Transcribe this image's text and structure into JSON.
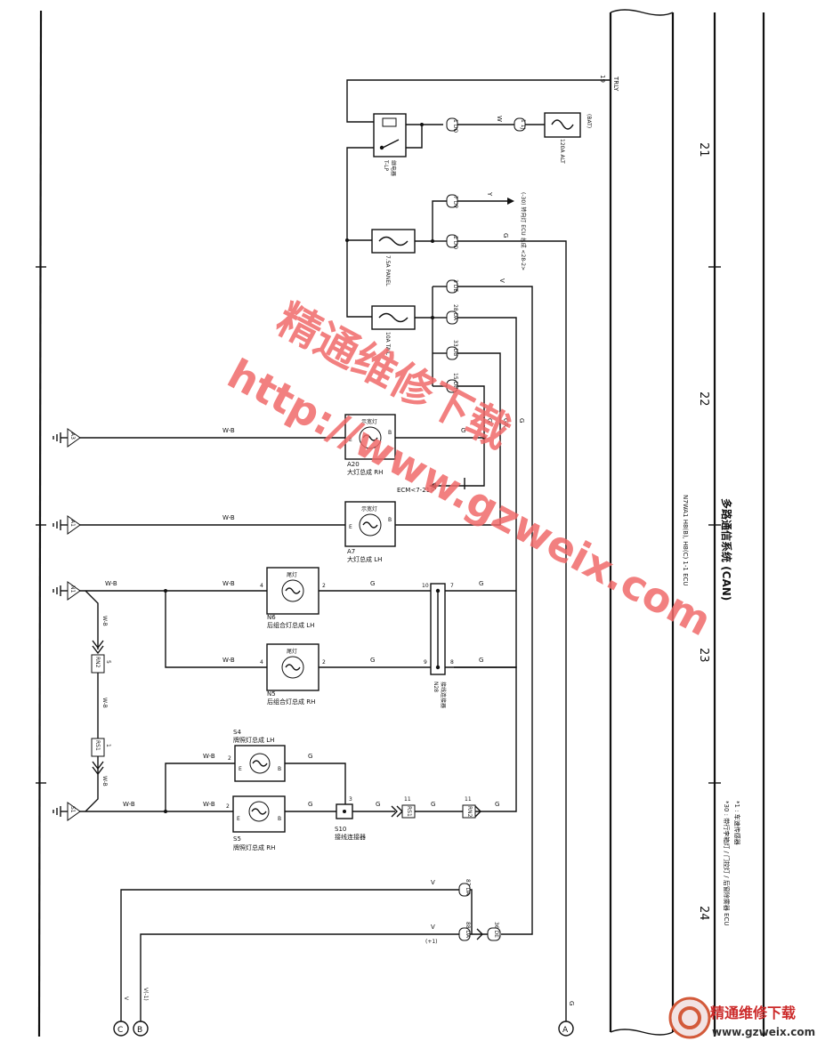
{
  "diagram": {
    "title": "多路通信系统 (CAN)",
    "page_refs": [
      "21",
      "22",
      "23",
      "24"
    ],
    "side_note": "N7WA1 H8(B), H8(C) 1-1 ECU",
    "footnotes": [
      "*1 : 车速传感器",
      "*30 : 带行李箱灯 / 门控灯 / 后窗除雾器 ECU"
    ],
    "relay": {
      "id": "19",
      "wire": "TRLY",
      "name": "T-LP",
      "type": "继电器"
    },
    "fuses": {
      "alt": "120A ALT",
      "alt_src": "(BAT)",
      "panel": "7.5A PANEL",
      "tail": "10A TAIL"
    },
    "connectors": {
      "c1": "1 DO",
      "c2": "1 1J",
      "c3": "7 DP",
      "c4": "2 DO",
      "c5": "3 DE",
      "c6": "28 DA",
      "c7": "33 DB",
      "c8": "15 DB",
      "c9": "87 DA",
      "c10": "88 DA",
      "c11": "36 DE"
    },
    "wire_colors": {
      "w": "W",
      "v": "V",
      "g": "G",
      "gr": "GR",
      "wb": "W-B",
      "y": "Y"
    },
    "ecu_ref": "(-30) 转向灯 ECU 总成 <28-2>",
    "ecm_ref": "ECM<7-21>",
    "lamps": {
      "a20": {
        "id": "A20",
        "name": "大灯总成 RH",
        "label": "示宽灯",
        "pins": [
          "E",
          "B"
        ]
      },
      "a7": {
        "id": "A7",
        "name": "大灯总成 LH",
        "label": "示宽灯",
        "pins": [
          "E",
          "B"
        ]
      },
      "n6": {
        "id": "N6",
        "name": "后组合灯总成 LH",
        "label": "尾灯",
        "pins": [
          "4",
          "2"
        ]
      },
      "n5": {
        "id": "N5",
        "name": "后组合灯总成 RH",
        "label": "尾灯",
        "pins": [
          "4",
          "2"
        ]
      },
      "s4": {
        "id": "S4",
        "name": "牌照灯总成 LH",
        "pins": [
          "2",
          "E",
          "B"
        ]
      },
      "s5": {
        "id": "S5",
        "name": "牌照灯总成 RH",
        "pins": [
          "2",
          "E",
          "B"
        ]
      }
    },
    "junctions": {
      "n28": {
        "id": "N28",
        "name": "接线连接器",
        "pins": [
          "10",
          "7",
          "9",
          "8"
        ]
      },
      "s10": {
        "id": "S10",
        "name": "接线连接器",
        "pin": "3"
      }
    },
    "grounds": [
      "A3",
      "A1",
      "N1",
      "S1"
    ],
    "inline": {
      "rn2_a": "RN2",
      "rn2_pin": "5",
      "rs1": "RS1",
      "rs1_pin": "1",
      "rs1b": "RS1",
      "rs1b_pin": "11",
      "rn2_b": "RN2",
      "rn2b_pin": "11"
    },
    "offpage": [
      "A",
      "B",
      "C"
    ],
    "signal_labels": {
      "b_wire": "V(-1)",
      "c_wire": "V",
      "plus1": "(+1)"
    },
    "watermark": {
      "line1": "精通维修下载",
      "line2": "http://www.gzweix.com"
    },
    "logo": {
      "cn": "精通维修下载",
      "url": "www.gzweix.com"
    }
  }
}
